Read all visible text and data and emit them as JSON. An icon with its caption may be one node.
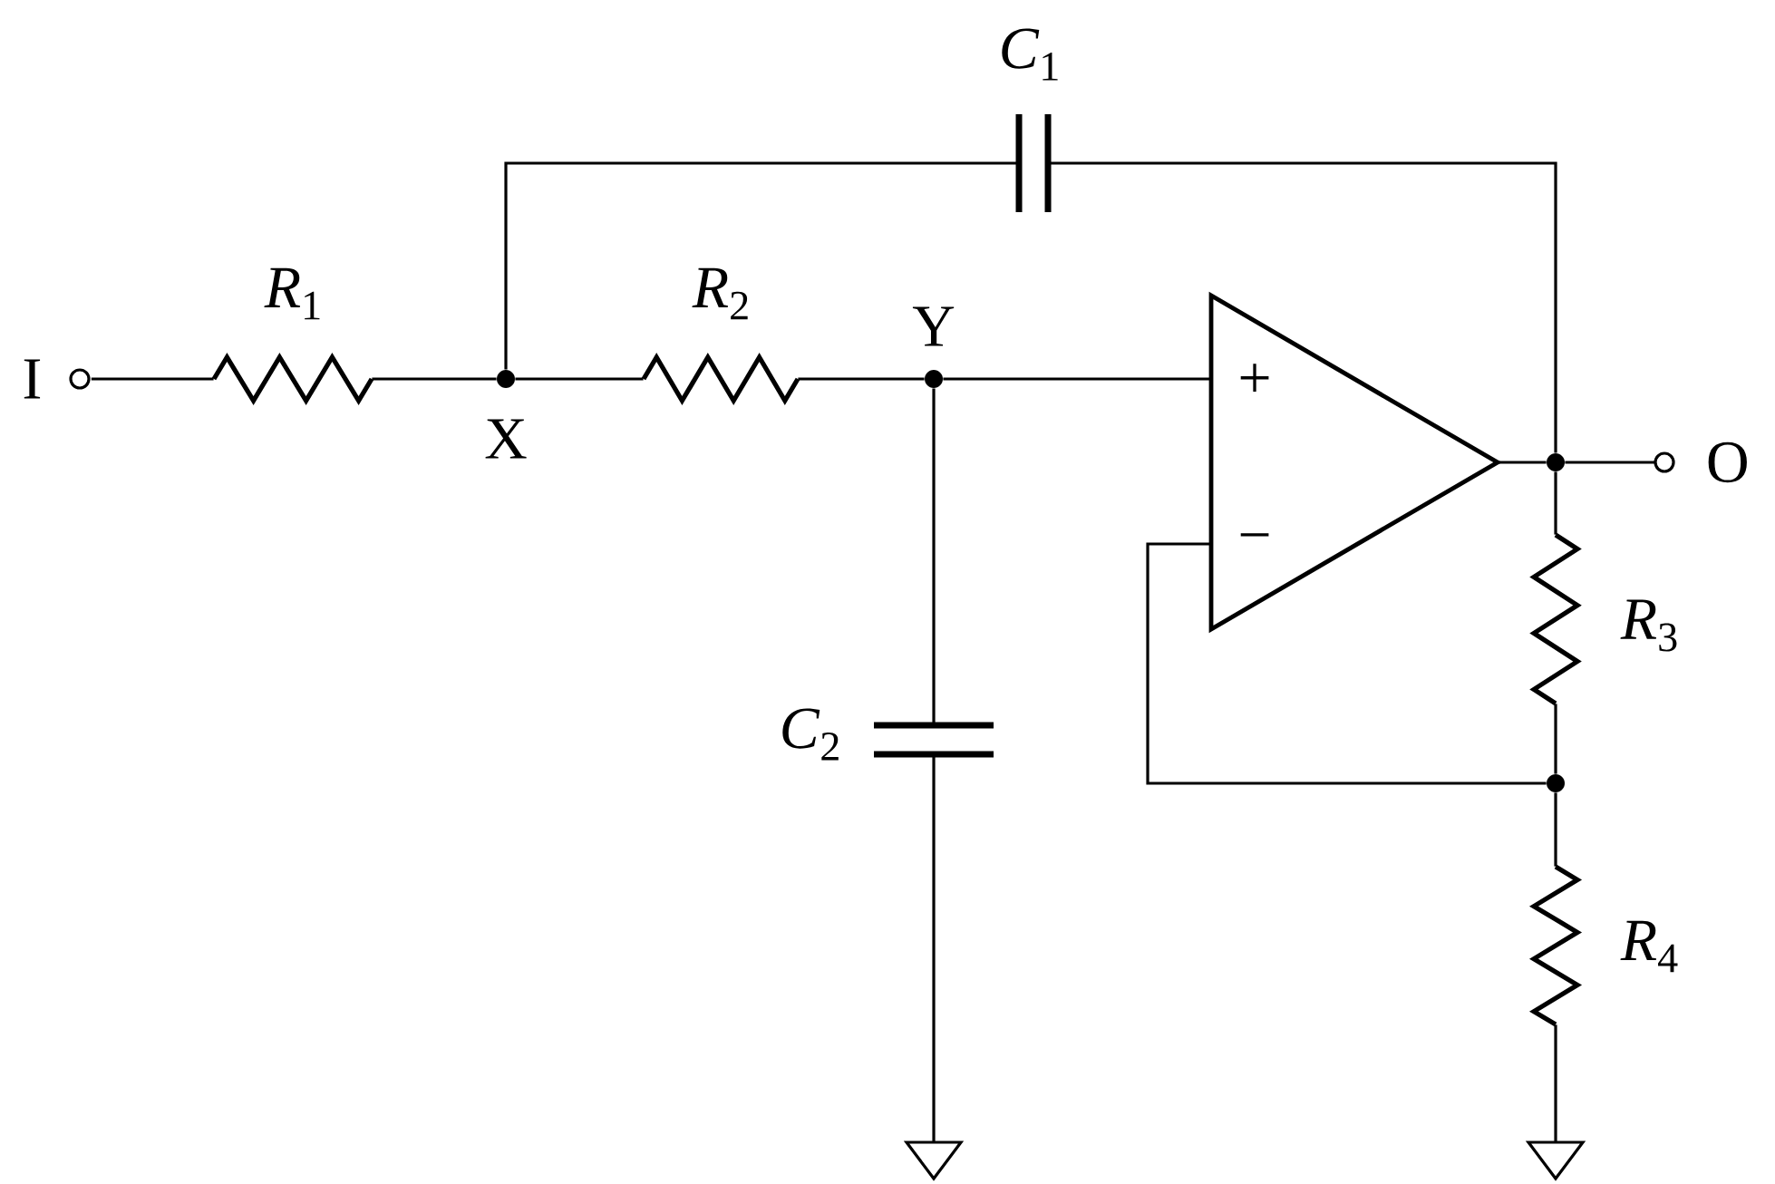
{
  "diagram": {
    "nodes": [
      {
        "text": [
          "I"
        ]
      },
      {
        "text": [
          "*R*$_{1}$"
        ]
      },
      {
        "text": [
          "X"
        ]
      },
      {
        "text": [
          "*R*$_{2}$"
        ]
      },
      {
        "text": [
          "Y"
        ]
      },
      {
        "text": [
          "*C*$_{1}$"
        ]
      },
      {
        "text": [
          "*C*$_{2}$"
        ]
      },
      {
        "text": [
          "+",
          "−"
        ]
      },
      {
        "text": [],
        "shape": "circle"
      },
      {
        "text": [
          "O"
        ]
      },
      {
        "text": [
          "*R*$_{3}$"
        ]
      },
      {
        "text": [],
        "shape": "circle"
      },
      {
        "text": [
          "*R*$_{4}$"
        ]
      },
      {
        "text": [],
        "shape": "triangle"
      },
      {
        "text": [],
        "shape": "triangle"
      }
    ],
    "edges": [
      {
        "from": 0,
        "to": 1,
        "arrow": "none"
      },
      {
        "from": 1,
        "to": 2,
        "arrow": "none"
      },
      {
        "from": 2,
        "to": 3,
        "arrow": "none"
      },
      {
        "from": 3,
        "to": 4,
        "arrow": "none"
      },
      {
        "from": 4,
        "to": 7,
        "arrow": "none"
      },
      {
        "from": 2,
        "to": 5,
        "arrow": "none"
      },
      {
        "from": 5,
        "to": 8,
        "arrow": "none"
      },
      {
        "from": 4,
        "to": 6,
        "arrow": "none"
      },
      {
        "from": 6,
        "to": 13,
        "arrow": "none"
      },
      {
        "from": 7,
        "to": 8,
        "arrow": "none"
      },
      {
        "from": 8,
        "to": 9,
        "arrow": "none"
      },
      {
        "from": 8,
        "to": 10,
        "arrow": "none"
      },
      {
        "from": 10,
        "to": 11,
        "arrow": "none"
      },
      {
        "from": 11,
        "to": 7,
        "arrow": "none"
      },
      {
        "from": 11,
        "to": 12,
        "arrow": "none"
      },
      {
        "from": 12,
        "to": 14,
        "arrow": "none"
      }
    ]
  }
}
